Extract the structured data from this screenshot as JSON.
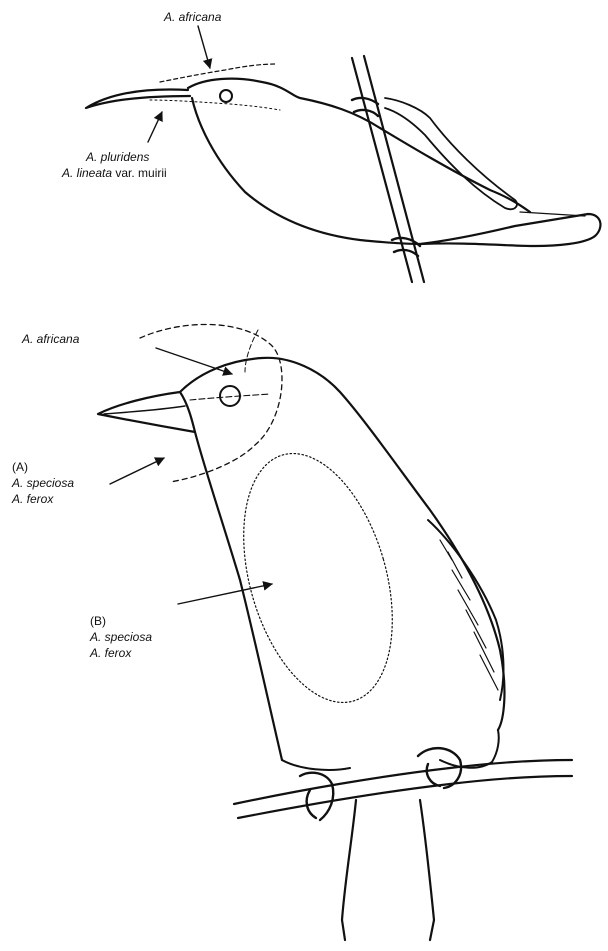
{
  "top_bird": {
    "label_top": "A. africana",
    "label_bottom_1": "A. pluridens",
    "label_bottom_2_species": "A. lineata",
    "label_bottom_2_rest": " var. muirii"
  },
  "bottom_bird": {
    "label_head": "A. africana",
    "group_a": {
      "letter": "(A)",
      "species_1": "A. speciosa",
      "species_2": "A. ferox"
    },
    "group_b": {
      "letter": "(B)",
      "species_1": "A. speciosa",
      "species_2": "A. ferox"
    }
  },
  "colors": {
    "ink": "#111111",
    "background": "#ffffff"
  }
}
